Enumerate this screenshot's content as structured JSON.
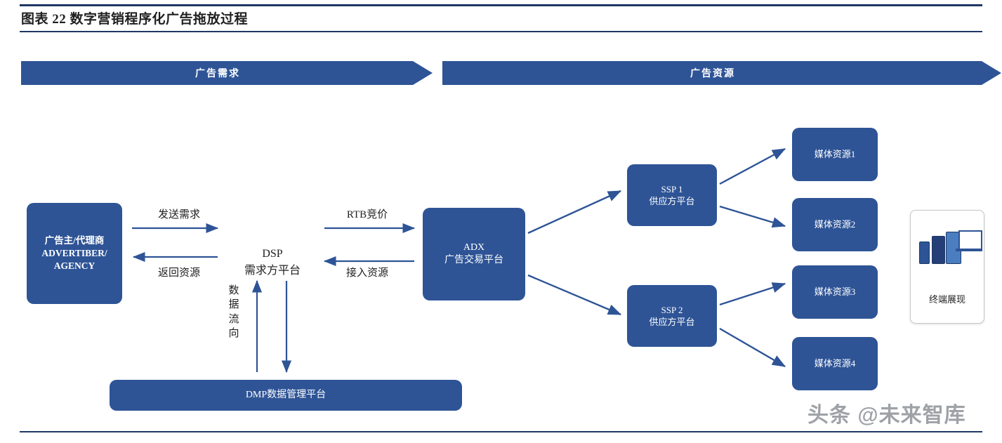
{
  "header": {
    "title": "图表 22 数字营销程序化广告拖放过程"
  },
  "banners": {
    "demand": "广告需求",
    "supply": "广告资源"
  },
  "nodes": {
    "advertiser": {
      "line1": "广告主/代理商",
      "line2": "ADVERTIBER/",
      "line3": "AGENCY"
    },
    "dsp": {
      "line1": "DSP",
      "line2": "需求方平台"
    },
    "adx": {
      "line1": "ADX",
      "line2": "广告交易平台"
    },
    "ssp1": {
      "line1": "SSP 1",
      "line2": "供应方平台"
    },
    "ssp2": {
      "line1": "SSP 2",
      "line2": "供应方平台"
    },
    "media1": {
      "label": "媒体资源1"
    },
    "media2": {
      "label": "媒体资源2"
    },
    "media3": {
      "label": "媒体资源3"
    },
    "media4": {
      "label": "媒体资源4"
    },
    "dmp": {
      "label": "DMP数据管理平台"
    },
    "terminal": {
      "caption": "终端展现"
    }
  },
  "edge_labels": {
    "send_demand": "发送需求",
    "return_resource": "返回资源",
    "rtb_bid": "RTB竞价",
    "access_resource": "接入资源",
    "data_flow": "数据流向"
  },
  "watermark": "头条 @未来智库",
  "colors": {
    "box_fill": "#2e5496",
    "rule": "#1f3864",
    "text_dark": "#1f1f1f",
    "arrow": "#2e5496",
    "watermark": "#8e9298"
  }
}
